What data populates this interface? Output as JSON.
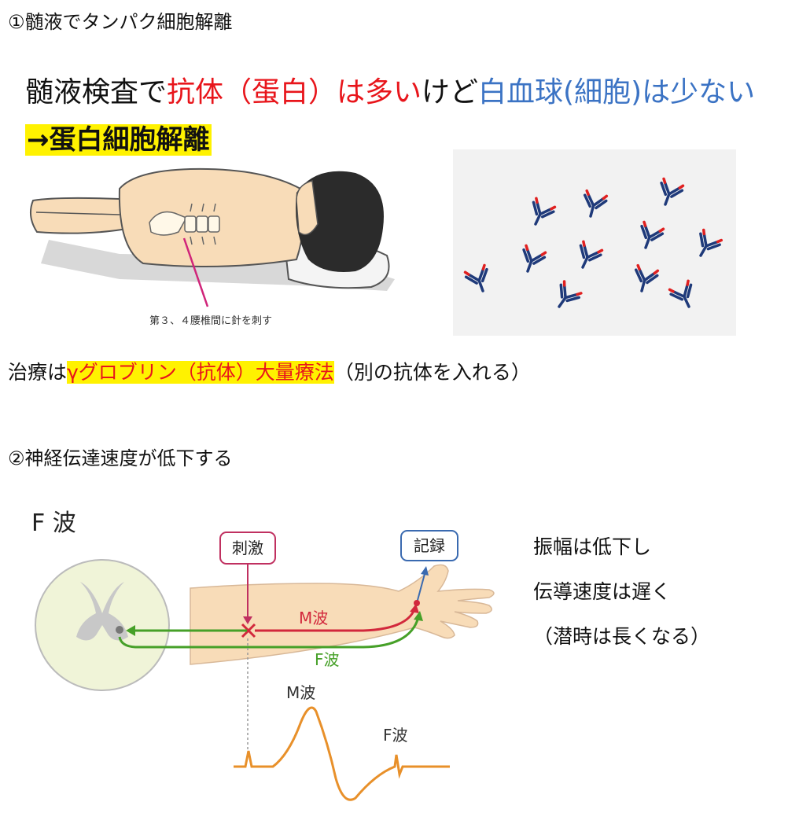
{
  "section1": {
    "heading": "①髄液でタンパク細胞解離",
    "lead": {
      "part1": "髄液検査で",
      "part2": "抗体（蛋白）は多い",
      "part3": "けど",
      "part4": "白血球(細胞)は少ない"
    },
    "conclusion": "→蛋白細胞解離",
    "figure_caption": "第３、４腰椎間に針を刺す",
    "treatment": {
      "prefix": "治療は",
      "highlight": "γグロブリン（抗体）大量療法",
      "suffix": "（別の抗体を入れる）"
    }
  },
  "section2": {
    "heading": "②神経伝達速度が低下する",
    "figure": {
      "title": "F 波",
      "stimulus_label": "刺激",
      "record_label": "記録",
      "m_wave_label": "M波",
      "f_wave_label": "F波",
      "trace_m_label": "M波",
      "trace_f_label": "F波"
    },
    "notes": [
      "振幅は低下し",
      "伝導速度は遅く",
      "（潜時は長くなる）"
    ]
  },
  "colors": {
    "red": "#e8151b",
    "blue": "#3b73c4",
    "highlight": "#fff200",
    "m_wave_red": "#d2283c",
    "f_wave_green": "#46a028",
    "trace_orange": "#e8902a",
    "skin": "#f8dcb8"
  }
}
